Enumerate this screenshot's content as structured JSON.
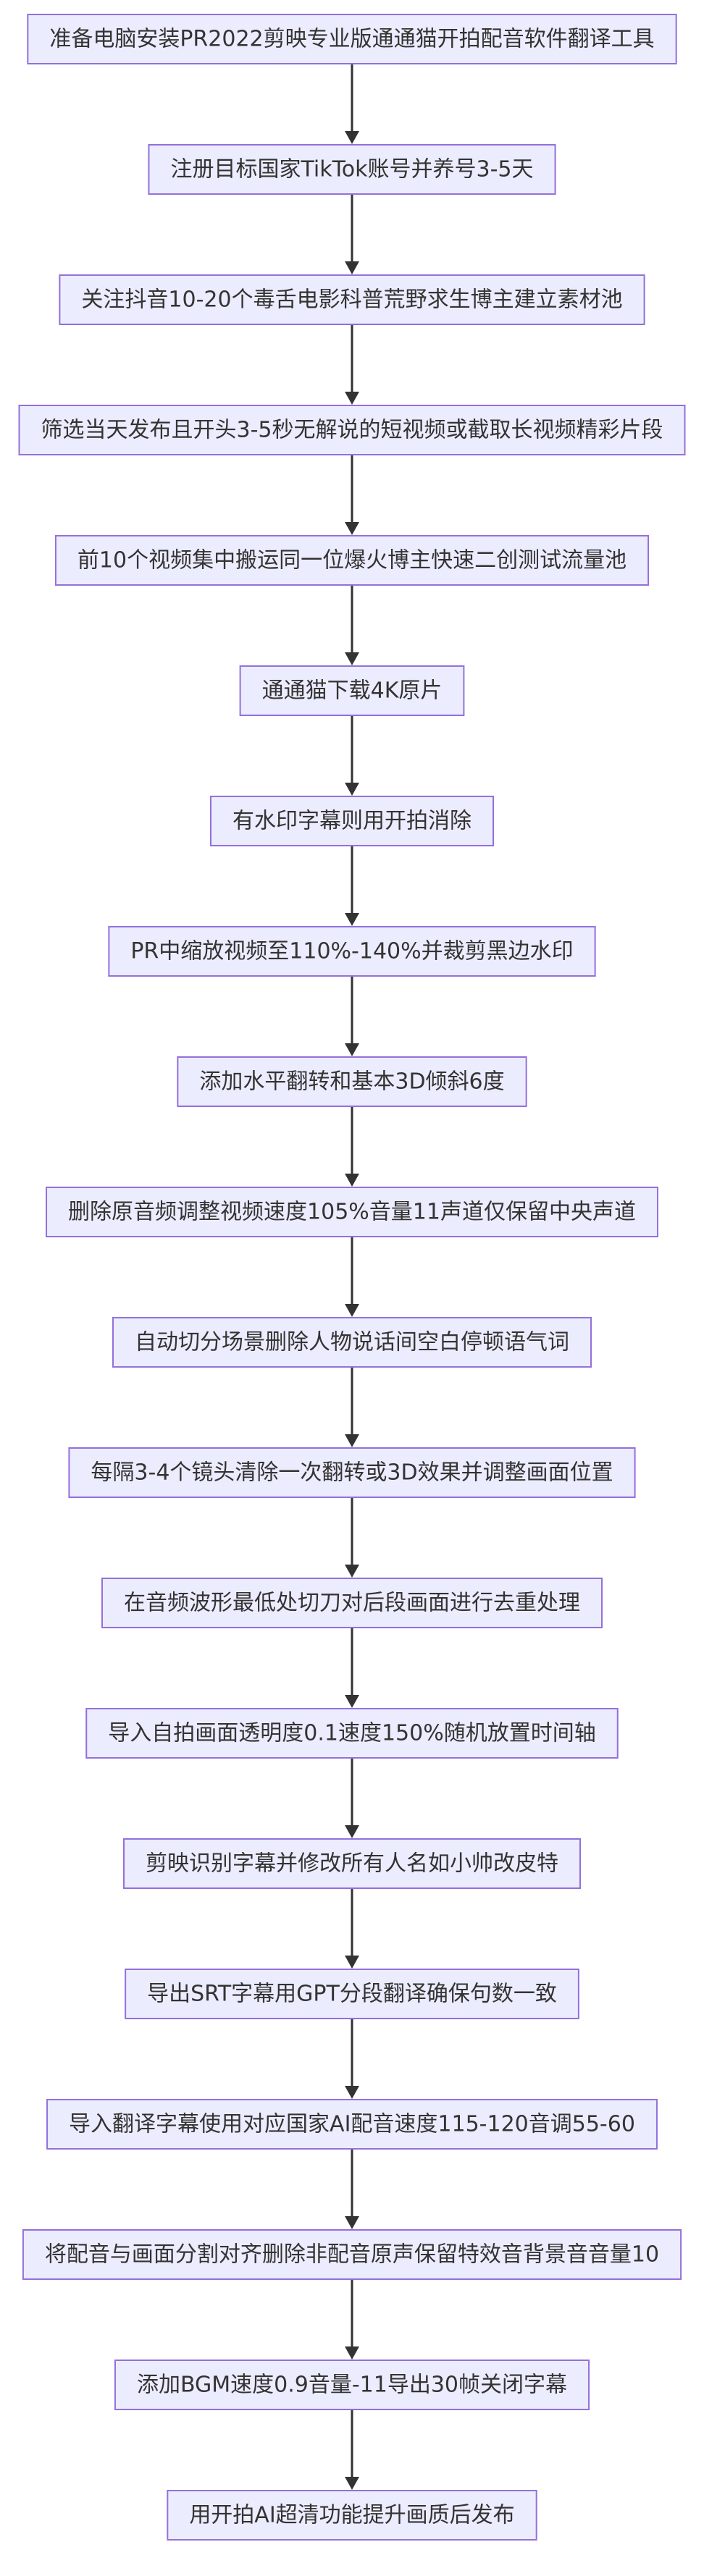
{
  "flowchart": {
    "direction": "top-to-bottom",
    "colors": {
      "node_fill": "#ECECFF",
      "node_border": "#9370DB",
      "text": "#333333",
      "edge": "#333333"
    },
    "steps": [
      "准备电脑安装PR2022剪映专业版通通猫开拍配音软件翻译工具",
      "注册目标国家TikTok账号并养号3-5天",
      "关注抖音10-20个毒舌电影科普荒野求生博主建立素材池",
      "筛选当天发布且开头3-5秒无解说的短视频或截取长视频精彩片段",
      "前10个视频集中搬运同一位爆火博主快速二创测试流量池",
      "通通猫下载4K原片",
      "有水印字幕则用开拍消除",
      "PR中缩放视频至110%-140%并裁剪黑边水印",
      "添加水平翻转和基本3D倾斜6度",
      "删除原音频调整视频速度105%音量11声道仅保留中央声道",
      "自动切分场景删除人物说话间空白停顿语气词",
      "每隔3-4个镜头清除一次翻转或3D效果并调整画面位置",
      "在音频波形最低处切刀对后段画面进行去重处理",
      "导入自拍画面透明度0.1速度150%随机放置时间轴",
      "剪映识别字幕并修改所有人名如小帅改皮特",
      "导出SRT字幕用GPT分段翻译确保句数一致",
      "导入翻译字幕使用对应国家AI配音速度115-120音调55-60",
      "将配音与画面分割对齐删除非配音原声保留特效音背景音音量10",
      "添加BGM速度0.9音量-11导出30帧关闭字幕",
      "用开拍AI超清功能提升画质后发布"
    ]
  }
}
